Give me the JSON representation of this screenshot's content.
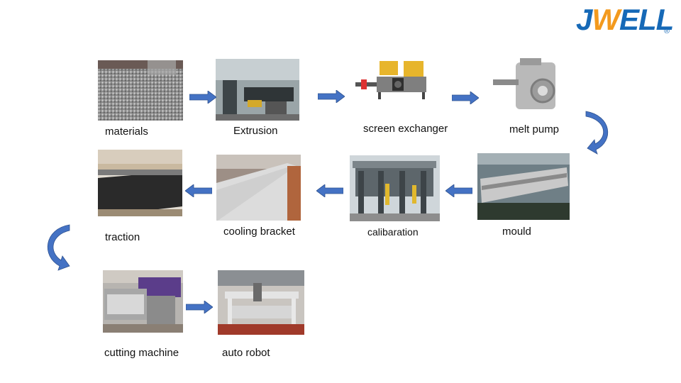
{
  "logo": {
    "text_j": "J",
    "text_w": "W",
    "text_ell": "ELL",
    "registered": "®",
    "brand_blue": "#1669b7",
    "brand_orange": "#f39a1e"
  },
  "arrow_color": "#4472c4",
  "steps": [
    {
      "label": "materials"
    },
    {
      "label": "Extrusion"
    },
    {
      "label": "screen exchanger"
    },
    {
      "label": "melt pump"
    },
    {
      "label": "mould"
    },
    {
      "label": "calibaration"
    },
    {
      "label": "cooling bracket"
    },
    {
      "label": "traction"
    },
    {
      "label": "cutting machine"
    },
    {
      "label": "auto robot"
    }
  ]
}
